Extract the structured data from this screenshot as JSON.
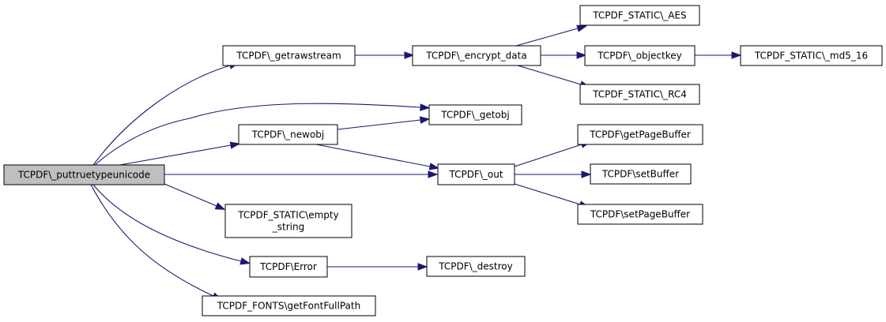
{
  "colors": {
    "edge": "#191970",
    "node_fill": "#ffffff",
    "root_fill": "#bfbfbf",
    "node_border": "#000000"
  },
  "nodes": {
    "puttruetypeunicode": {
      "lines": [
        "TCPDF\\_puttruetypeunicode"
      ],
      "root": true
    },
    "getrawstream": {
      "lines": [
        "TCPDF\\_getrawstream"
      ]
    },
    "getobj": {
      "lines": [
        "TCPDF\\_getobj"
      ]
    },
    "newobj": {
      "lines": [
        "TCPDF\\_newobj"
      ]
    },
    "out": {
      "lines": [
        "TCPDF\\_out"
      ]
    },
    "empty_string": {
      "lines": [
        "TCPDF_STATIC\\empty",
        "_string"
      ]
    },
    "error": {
      "lines": [
        "TCPDF\\Error"
      ]
    },
    "getfontfullpath": {
      "lines": [
        "TCPDF_FONTS\\getFontFullPath"
      ]
    },
    "encrypt_data": {
      "lines": [
        "TCPDF\\_encrypt_data"
      ]
    },
    "aes": {
      "lines": [
        "TCPDF_STATIC\\_AES"
      ]
    },
    "objectkey": {
      "lines": [
        "TCPDF\\_objectkey"
      ]
    },
    "rc4": {
      "lines": [
        "TCPDF_STATIC\\_RC4"
      ]
    },
    "md5_16": {
      "lines": [
        "TCPDF_STATIC\\_md5_16"
      ]
    },
    "getpagebuffer": {
      "lines": [
        "TCPDF\\getPageBuffer"
      ]
    },
    "setbuffer": {
      "lines": [
        "TCPDF\\setBuffer"
      ]
    },
    "setpagebuffer": {
      "lines": [
        "TCPDF\\setPageBuffer"
      ]
    },
    "destroy": {
      "lines": [
        "TCPDF\\_destroy"
      ]
    }
  },
  "edges": [
    {
      "from": "puttruetypeunicode",
      "to": "getrawstream"
    },
    {
      "from": "puttruetypeunicode",
      "to": "getobj"
    },
    {
      "from": "puttruetypeunicode",
      "to": "newobj"
    },
    {
      "from": "puttruetypeunicode",
      "to": "out"
    },
    {
      "from": "puttruetypeunicode",
      "to": "empty_string"
    },
    {
      "from": "puttruetypeunicode",
      "to": "error"
    },
    {
      "from": "puttruetypeunicode",
      "to": "getfontfullpath"
    },
    {
      "from": "getrawstream",
      "to": "encrypt_data"
    },
    {
      "from": "encrypt_data",
      "to": "aes"
    },
    {
      "from": "encrypt_data",
      "to": "objectkey"
    },
    {
      "from": "encrypt_data",
      "to": "rc4"
    },
    {
      "from": "objectkey",
      "to": "md5_16"
    },
    {
      "from": "newobj",
      "to": "getobj"
    },
    {
      "from": "newobj",
      "to": "out"
    },
    {
      "from": "out",
      "to": "getpagebuffer"
    },
    {
      "from": "out",
      "to": "setbuffer"
    },
    {
      "from": "out",
      "to": "setpagebuffer"
    },
    {
      "from": "error",
      "to": "destroy"
    }
  ]
}
